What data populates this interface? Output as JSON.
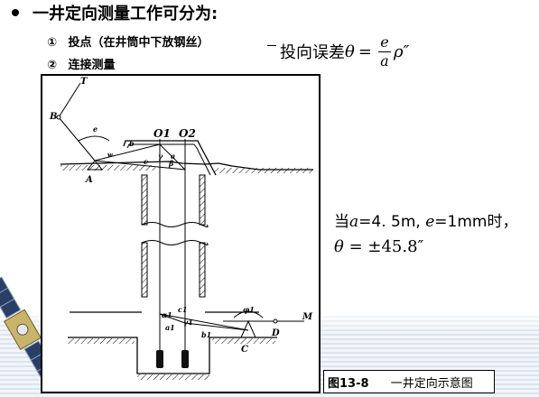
{
  "heading": "一井定向测量工作可分为:",
  "items": [
    {
      "marker": "①",
      "text": "投点（在井筒中下放钢丝）"
    },
    {
      "marker": "②",
      "text": "连接测量"
    }
  ],
  "formula": {
    "label": "投向误差",
    "theta": "θ",
    "eq": "=",
    "numerator": "e",
    "denominator": "a",
    "rho": "ρ″"
  },
  "result": {
    "prefix": "当",
    "a_var": "a",
    "a_value": "=4. 5m",
    "sep": ", ",
    "e_var": "e",
    "e_value": "=1mm时，",
    "theta": "θ",
    "theta_value": " = ±45.8″"
  },
  "figure_labels": {
    "T": "T",
    "B": "B",
    "A": "A",
    "C": "C",
    "D": "D",
    "M": "M",
    "O1": "O1",
    "O2": "O2",
    "angle_e": "e",
    "b": "b",
    "a": "a",
    "c": "c",
    "gamma": "γ",
    "beta": "β",
    "w": "w",
    "alpha1": "α1",
    "c1": "c1",
    "gamma1": "γ1",
    "a1": "a1",
    "b1": "b1",
    "phi1": "φ1"
  },
  "caption": {
    "number": "图13-8",
    "title": "一井定向示意图"
  }
}
